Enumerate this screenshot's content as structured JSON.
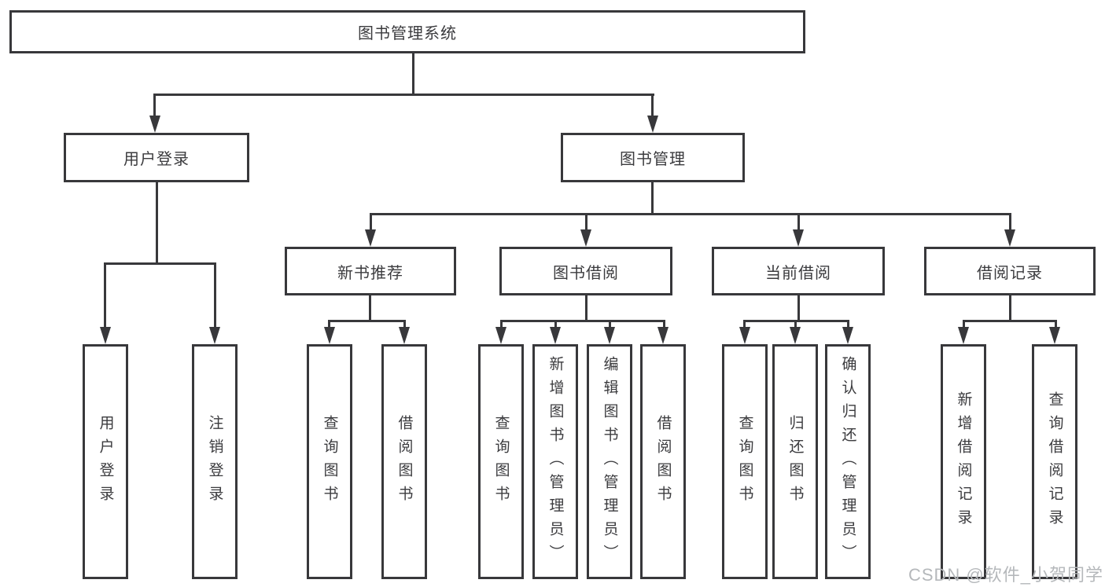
{
  "nodes": {
    "root": "图书管理系统",
    "level2": {
      "user_login": "用户登录",
      "book_management": "图书管理"
    },
    "level3": {
      "new_books": "新书推荐",
      "book_borrow": "图书借阅",
      "current_borrow": "当前借阅",
      "borrow_records": "借阅记录"
    },
    "leaves": {
      "user_login": "用户登录",
      "logout": "注销登录",
      "nb_query": "查询图书",
      "nb_borrow": "借阅图书",
      "bb_query": "查询图书",
      "bb_add": "新增图书（管理员）",
      "bb_edit": "编辑图书（管理员）",
      "bb_borrow": "借阅图书",
      "cb_query": "查询图书",
      "cb_return": "归还图书",
      "cb_confirm": "确认归还（管理员）",
      "rec_add": "新增借阅记录",
      "rec_query": "查询借阅记录"
    }
  },
  "watermark": "CSDN @软件_小贺同学",
  "colors": {
    "line": "#38383b",
    "text": "#3b3b3e",
    "watermark": "#b5b8bb",
    "background": "#ffffff"
  }
}
